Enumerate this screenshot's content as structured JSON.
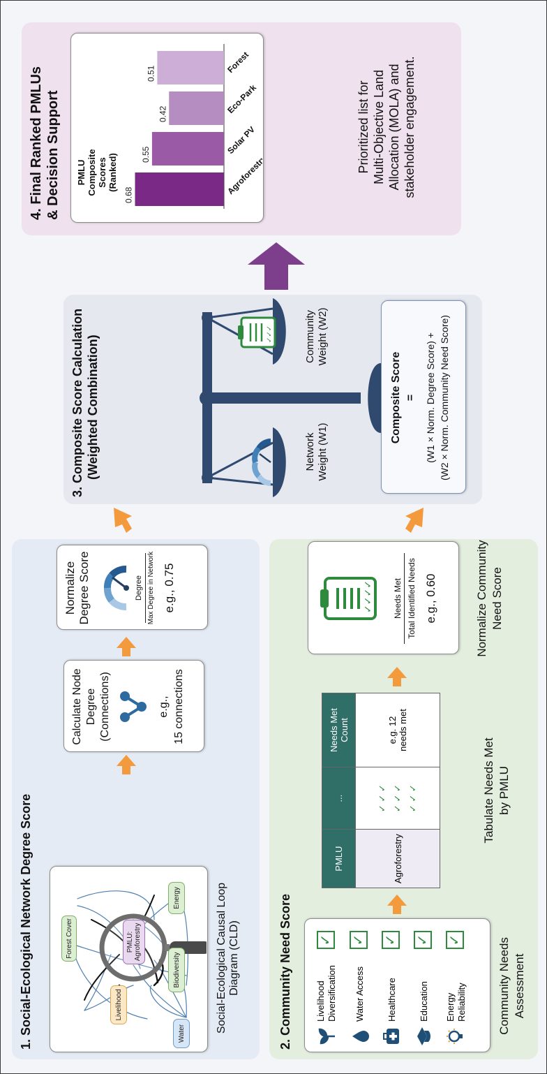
{
  "section1": {
    "title": "1. Social-Ecological Network Degree Score",
    "cld_caption": "Social-Ecological Causal Loop Diagram (CLD)",
    "nodes": {
      "water": "Water",
      "livelihood": "Livelihood",
      "forest_cover": "Forest Cover",
      "biodiversity": "Biodiversity",
      "energy": "Energy",
      "pmlu": "PMLU: Agroforestry"
    },
    "degree_card": {
      "title": "Calculate Node Degree (Connections)",
      "example_1": "e.g.,",
      "example_2": "15 connections"
    },
    "normalize_card": {
      "title_1": "Normalize",
      "title_2": "Degree Score",
      "numerator": "Degree",
      "denominator": "Max Degree in Network",
      "example": "e.g., 0.75"
    }
  },
  "section2": {
    "title": "2. Community Need Score",
    "needs": [
      {
        "icon": "sprout-icon",
        "label_1": "Livelihood",
        "label_2": "Diversification"
      },
      {
        "icon": "water-drop-icon",
        "label_1": "Water Access",
        "label_2": ""
      },
      {
        "icon": "medical-kit-icon",
        "label_1": "Healthcare",
        "label_2": ""
      },
      {
        "icon": "graduation-cap-icon",
        "label_1": "Education",
        "label_2": ""
      },
      {
        "icon": "lightbulb-icon",
        "label_1": "Energy",
        "label_2": "Reliability"
      }
    ],
    "assessment_caption_1": "Community Needs",
    "assessment_caption_2": "Assessment",
    "table": {
      "col1": "PMLU",
      "col2": "...",
      "col3_1": "Needs Met",
      "col3_2": "Count",
      "row_pmlu": "Agroforestry",
      "row_count_1": "e.g. 12",
      "row_count_2": "needs met"
    },
    "tabulate_caption_1": "Tabulate Needs Met",
    "tabulate_caption_2": "by PMLU",
    "normalize_card": {
      "numerator": "Needs Met",
      "denominator": "Total Identified Needs",
      "example": "e.g., 0.60"
    },
    "normalize_caption_1": "Normalize Community",
    "normalize_caption_2": "Need Score"
  },
  "section3": {
    "title_1": "3. Composite Score Calculation",
    "title_2": "(Weighted Combination)",
    "network_weight_1": "Network",
    "network_weight_2": "Weight (W1)",
    "community_weight_1": "Community",
    "community_weight_2": "Weight (W2)",
    "formula_title": "Composite Score",
    "formula_eq": "=",
    "formula_line1": "(W1 × Norm. Degree Score) +",
    "formula_line2": "(W2 × Norm. Community Need Score)"
  },
  "section4": {
    "title_1": "4. Final Ranked PMLUs",
    "title_2": "& Decision Support",
    "caption_1": "Prioritized list for",
    "caption_2": "Multi-Objective Land",
    "caption_3": "Allocation (MOLA) and",
    "caption_4": "stakeholder engagement."
  },
  "chart_data": {
    "type": "bar",
    "title": "PMLU Composite Scores (Ranked)",
    "categories": [
      "Agroforestry",
      "Solar PV",
      "Eco-Park",
      "Forest"
    ],
    "values": [
      0.68,
      0.55,
      0.42,
      0.51
    ],
    "value_labels": [
      "0.68",
      "0.55",
      "0.42",
      "0.51"
    ],
    "ylim": [
      0,
      0.8
    ],
    "colors": [
      "#7a2a86",
      "#9a5aa6",
      "#b58dc0",
      "#cdaed6"
    ]
  },
  "colors": {
    "section1_bg": "#e4ebf4",
    "section2_bg": "#e3eedf",
    "section3_bg": "#e6e8f0",
    "section4_bg": "#efe1ee",
    "arrow_orange": "#f39a3d",
    "arrow_purple": "#7d3f8c",
    "scale_navy": "#2f4a6e",
    "gauge_blue": "#3f7fb7",
    "check_green": "#2e8b3d"
  }
}
